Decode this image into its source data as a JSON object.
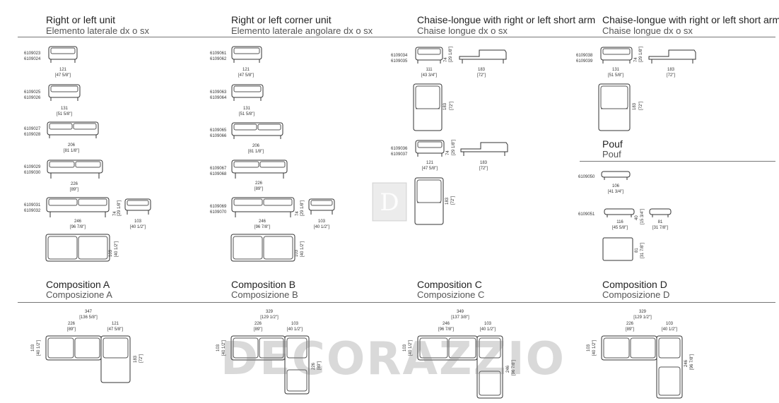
{
  "sections": {
    "right_left_unit": {
      "title": "Right or left unit",
      "subtitle": "Elemento laterale dx o sx"
    },
    "corner_unit": {
      "title": "Right or left corner unit",
      "subtitle": "Elemento laterale angolare dx o sx"
    },
    "chaise_short_arm_1": {
      "title": "Chaise-longue with right or left short arm",
      "subtitle": "Chaise longue dx o sx"
    },
    "chaise_short_arm_2": {
      "title": "Chaise-longue with right or left short arm",
      "subtitle": "Chaise longue dx o sx"
    },
    "pouf": {
      "title": "Pouf",
      "subtitle": "Pouf"
    },
    "comp_a": {
      "title": "Composition A",
      "subtitle": "Composizione A"
    },
    "comp_b": {
      "title": "Composition B",
      "subtitle": "Composizione B"
    },
    "comp_c": {
      "title": "Composition C",
      "subtitle": "Composizione C"
    },
    "comp_d": {
      "title": "Composition D",
      "subtitle": "Composizione D"
    }
  },
  "col1": {
    "u1": {
      "codes": [
        "6109023",
        "6109024"
      ],
      "w": "121",
      "wi": "[47 5/8\"]"
    },
    "u2": {
      "codes": [
        "6109025",
        "6109026"
      ],
      "w": "131",
      "wi": "[51 5/8\"]"
    },
    "u3": {
      "codes": [
        "6109027",
        "6109028"
      ],
      "w": "206",
      "wi": "[81 1/8\"]"
    },
    "u4": {
      "codes": [
        "6109029",
        "6109030"
      ],
      "w": "226",
      "wi": "[89\"]"
    },
    "u5": {
      "codes": [
        "6109031",
        "6109032"
      ],
      "w": "246",
      "wi": "[96 7/8\"]",
      "h": "74",
      "hi": "[29 1/8\"]"
    },
    "ottoman": {
      "w": "103",
      "wi": "[40 1/2\"]",
      "d": "103",
      "di": "[40 1/2\"]"
    }
  },
  "col2": {
    "u1": {
      "codes": [
        "6109061",
        "6109062"
      ],
      "w": "121",
      "wi": "[47 5/8\"]"
    },
    "u2": {
      "codes": [
        "6109063",
        "6109064"
      ],
      "w": "131",
      "wi": "[51 5/8\"]"
    },
    "u3": {
      "codes": [
        "6109065",
        "6109066"
      ],
      "w": "206",
      "wi": "[81 1/8\"]"
    },
    "u4": {
      "codes": [
        "6109067",
        "6109068"
      ],
      "w": "226",
      "wi": "[89\"]"
    },
    "u5": {
      "codes": [
        "6109069",
        "6109070"
      ],
      "w": "246",
      "wi": "[96 7/8\"]",
      "h": "74",
      "hi": "[29 1/8\"]"
    },
    "ottoman": {
      "w": "103",
      "wi": "[40 1/2\"]",
      "d": "103",
      "di": "[40 1/2\"]"
    }
  },
  "col3": {
    "c1": {
      "codes": [
        "6109034",
        "6109035"
      ],
      "w": "111",
      "wi": "[43 3/4\"]",
      "h": "74",
      "hi": "[29 1/8\"]",
      "len": "183",
      "leni": "[72\"]",
      "d": "183",
      "di": "[72\"]"
    },
    "c2": {
      "codes": [
        "6109036",
        "6109037"
      ],
      "w": "121",
      "wi": "[47 5/8\"]",
      "h": "74",
      "hi": "[29 1/8\"]",
      "len": "183",
      "leni": "[72\"]",
      "d": "183",
      "di": "[72\"]"
    }
  },
  "col4": {
    "c1": {
      "codes": [
        "6109038",
        "6109039"
      ],
      "w": "131",
      "wi": "[51 5/8\"]",
      "h": "74",
      "hi": "[29 1/8\"]",
      "len": "183",
      "leni": "[72\"]",
      "d": "183",
      "di": "[72\"]"
    },
    "p1": {
      "code": "6109050",
      "w": "106",
      "wi": "[41 3/4\"]"
    },
    "p2": {
      "code": "6109051",
      "w1": "116",
      "w1i": "[45 5/8\"]",
      "h": "40",
      "hi": "[15 3/4\"]",
      "w2": "81",
      "w2i": "[31 7/8\"]",
      "d": "81",
      "di": "[31 7/8\"]"
    }
  },
  "compositions": {
    "a": {
      "total": "347",
      "totali": "[136 5/8\"]",
      "s1": "226",
      "s1i": "[89\"]",
      "s2": "121",
      "s2i": "[47 5/8\"]",
      "d": "103",
      "di": "[40 1/2\"]",
      "len": "183",
      "leni": "[72\"]"
    },
    "b": {
      "total": "329",
      "totali": "[129 1/2\"]",
      "s1": "226",
      "s1i": "[89\"]",
      "s2": "103",
      "s2i": "[40 1/2\"]",
      "d": "103",
      "di": "[40 1/2\"]",
      "len": "226",
      "leni": "[89\"]"
    },
    "c": {
      "total": "349",
      "totali": "[137 3/8\"]",
      "s1": "246",
      "s1i": "[96 7/8\"]",
      "s2": "103",
      "s2i": "[40 1/2\"]",
      "d": "103",
      "di": "[40 1/2\"]",
      "len": "246",
      "leni": "[96 7/8\"]"
    },
    "d": {
      "total": "329",
      "totali": "[129 1/2\"]",
      "s1": "226",
      "s1i": "[89\"]",
      "s2": "103",
      "s2i": "[40 1/2\"]",
      "d": "103",
      "di": "[40 1/2\"]",
      "len": "246",
      "leni": "[96 7/8\"]"
    }
  },
  "watermark": {
    "text": "DECORAZZIO",
    "logo_letter": "D"
  }
}
